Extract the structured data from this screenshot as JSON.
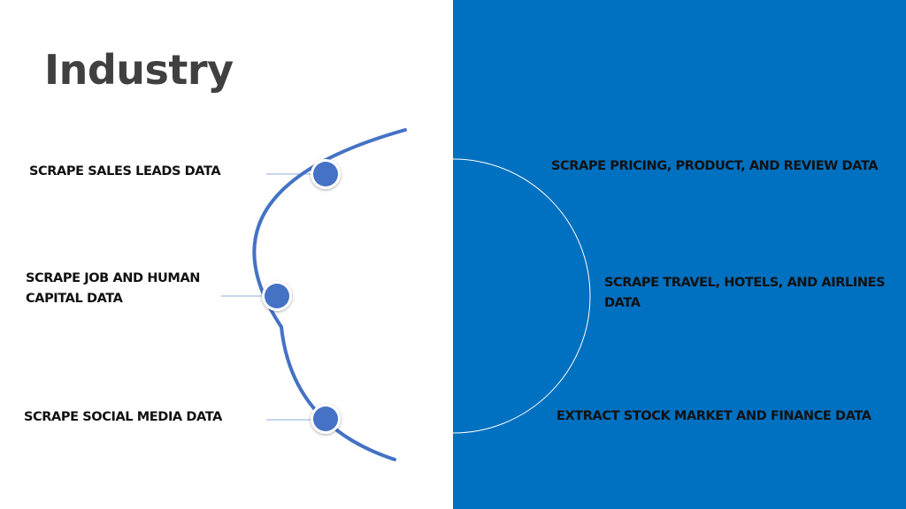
{
  "title": "Industry",
  "left_items": [
    {
      "label": "SCRAPE SALES LEADS DATA"
    },
    {
      "label": "SCRAPE JOB AND HUMAN CAPITAL DATA"
    },
    {
      "label": "SCRAPE SOCIAL MEDIA DATA"
    }
  ],
  "right_items": [
    {
      "label": "SCRAPE PRICING, PRODUCT, AND REVIEW DATA"
    },
    {
      "label": "SCRAPE TRAVEL, HOTELS, AND AIRLINES DATA"
    },
    {
      "label": "EXTRACT STOCK MARKET AND FINANCE DATA"
    }
  ],
  "colors": {
    "panel": "#0070c0",
    "accent": "#4472c4",
    "title": "#404040",
    "text": "#111111"
  }
}
